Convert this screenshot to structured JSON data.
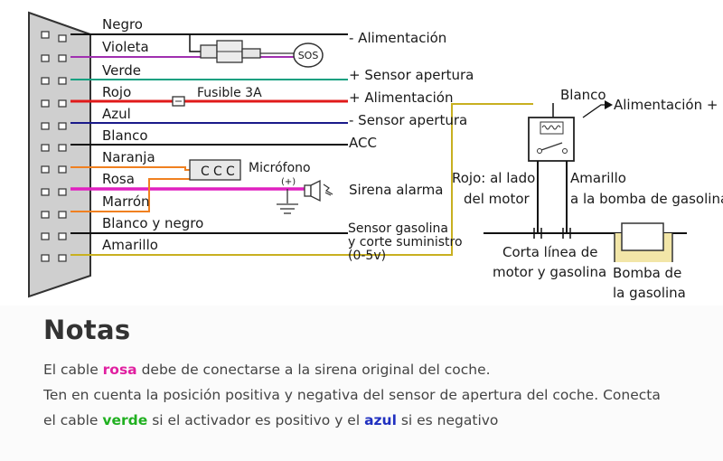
{
  "colors": {
    "negro": "#111111",
    "violeta": "#a030b0",
    "verde": "#10a080",
    "rojo": "#e01a1a",
    "azul": "#1a1a8a",
    "naranja": "#f08020",
    "rosa": "#e020c0",
    "amarillo": "#c8b020",
    "notes_pink": "#e020a0",
    "notes_green": "#20b020",
    "notes_blue": "#2030c0"
  },
  "wires": [
    {
      "id": "negro",
      "label": "Negro",
      "dest": "- Alimentación"
    },
    {
      "id": "violeta",
      "label": "Violeta",
      "dest": ""
    },
    {
      "id": "verde",
      "label": "Verde",
      "dest": "+ Sensor apertura"
    },
    {
      "id": "rojo",
      "label": "Rojo",
      "dest": "+ Alimentación"
    },
    {
      "id": "azul",
      "label": "Azul",
      "dest": "- Sensor apertura"
    },
    {
      "id": "blanco",
      "label": "Blanco",
      "dest": "ACC"
    },
    {
      "id": "naranja",
      "label": "Naranja",
      "dest": ""
    },
    {
      "id": "rosa",
      "label": "Rosa",
      "dest": "Sirena alarma"
    },
    {
      "id": "marron",
      "label": "Marrón",
      "dest": ""
    },
    {
      "id": "blanco-negro",
      "label": "Blanco y negro",
      "dest": ""
    },
    {
      "id": "amarillo",
      "label": "Amarillo",
      "dest": ""
    }
  ],
  "components": {
    "fuse": "Fusible 3A",
    "sos": "SOS",
    "microphone": "Micrófono",
    "mic_plus": "(+)",
    "sensor_line1": "Sensor gasolina",
    "sensor_line2": "y corte suministro",
    "sensor_line3": "(0-5v)",
    "relay_blanco": "Blanco",
    "relay_power": "Alimentación +",
    "rojo_line1": "Rojo: al lado",
    "rojo_line2": "del motor",
    "amarillo_line1": "Amarillo",
    "amarillo_line2": "a la bomba de gasolina",
    "corta_line1": "Corta línea de",
    "corta_line2": "motor y gasolina",
    "bomba_line1": "Bomba de",
    "bomba_line2": "la gasolina"
  },
  "notes": {
    "title": "Notas",
    "l1_pre": "El cable ",
    "l1_hl": "rosa",
    "l1_post": " debe de conectarse a la sirena original del coche.",
    "l2": "Ten en cuenta la posición positiva y negativa del sensor de apertura del coche.  Conecta",
    "l3_pre": "el cable ",
    "l3_hl1": "verde",
    "l3_mid": " si el activador es positivo y el ",
    "l3_hl2": "azul",
    "l3_post": " si es negativo"
  }
}
